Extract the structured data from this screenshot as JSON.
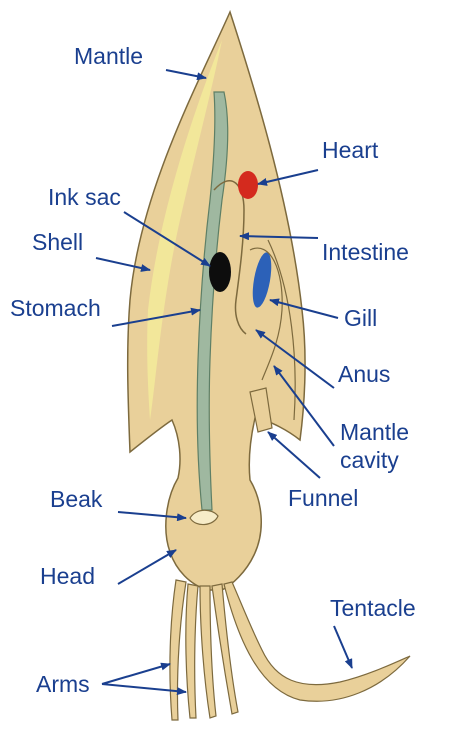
{
  "colors": {
    "body": "#e9d09a",
    "outline": "#7d6a3e",
    "gut": "#9fb8a0",
    "gut_outline": "#5e7f66",
    "shell": "#f3e99a",
    "heart": "#d42a1e",
    "ink": "#0d0d0d",
    "gill": "#2c61b8",
    "label": "#1a3f8f",
    "leader": "#1a3f8f"
  },
  "labels": {
    "mantle": "Mantle",
    "heart": "Heart",
    "ink_sac": "Ink sac",
    "shell": "Shell",
    "intestine": "Intestine",
    "stomach": "Stomach",
    "gill": "Gill",
    "anus": "Anus",
    "mantle_cavity_line1": "Mantle",
    "mantle_cavity_line2": "cavity",
    "funnel": "Funnel",
    "beak": "Beak",
    "head": "Head",
    "tentacle": "Tentacle",
    "arms": "Arms"
  }
}
